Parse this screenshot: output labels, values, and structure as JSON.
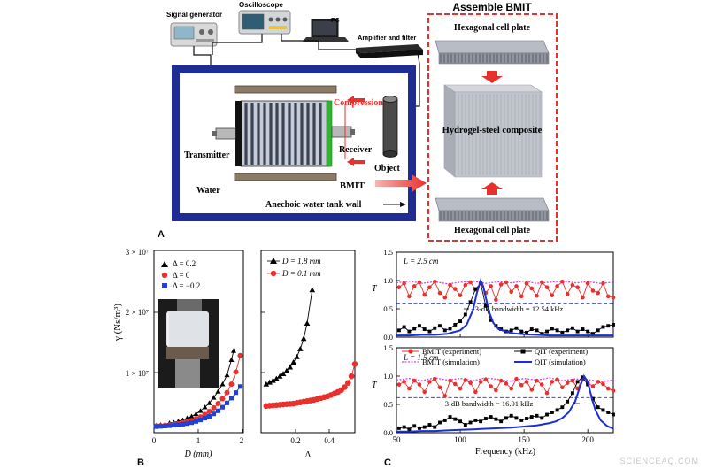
{
  "figure": {
    "watermark": "SCIENCEAQ.COM"
  },
  "panel_a": {
    "label": "A",
    "signal_generator": "Signal generator",
    "oscilloscope": "Oscilloscope",
    "pc": "PC",
    "amplifier": "Amplifier and filter",
    "compression": "Compression",
    "transmitter": "Transmitter",
    "receiver": "Receiver",
    "object": "Object",
    "water": "Water",
    "bmit": "BMIT",
    "tank_wall": "Anechoic water tank wall",
    "assemble_title": "Assemble BMIT",
    "hex_plate_top": "Hexagonal cell plate",
    "composite": "Hydrogel-steel composite",
    "hex_plate_bottom": "Hexagonal cell plate",
    "colors": {
      "tank": "#1f2c93",
      "arrow": "#e8302d",
      "assemble_border": "#e8302d",
      "receiver_strip": "#34b233"
    }
  },
  "panel_b": {
    "label": "B",
    "ylabel": "γ (Ns/m³)",
    "left_xlabel": "D (mm)",
    "right_xlabel": "Δ",
    "y_ticks": [
      "3 × 10⁷",
      "2 × 10⁷",
      "1 × 10⁷"
    ],
    "left_x_ticks": [
      "0",
      "1",
      "2"
    ],
    "right_x_ticks": [
      "0.2",
      "0.4"
    ],
    "left_legend": [
      "Δ = 0.2",
      "Δ = 0",
      "Δ = −0.2"
    ],
    "right_legend": [
      "D = 1.8 mm",
      "D = 0.1 mm"
    ]
  },
  "panel_c": {
    "label": "C",
    "ylabel": "T",
    "xlabel": "Frequency (kHz)",
    "x_ticks": [
      "50",
      "100",
      "150",
      "200"
    ],
    "y_ticks": [
      "0.0",
      "0.5",
      "1.0",
      "1.5"
    ],
    "top_label": "L = 2.5 cm",
    "bottom_label": "L = 1.5 cm",
    "top_bandwidth": "−3-dB bandwidth = 12.54 kHz",
    "bottom_bandwidth": "−3-dB bandwidth = 16.01 kHz",
    "legend": [
      "BMIT (experiment)",
      "QIT (experiment)",
      "BMIT (simulation)",
      "QIT (simulation)"
    ]
  },
  "chart_data": [
    {
      "type": "line",
      "panel": "B-left",
      "xlabel": "D (mm)",
      "ylabel": "γ (Ns/m³)",
      "xlim": [
        0,
        2
      ],
      "ylim": [
        0,
        30000000
      ],
      "series": [
        {
          "name": "Δ = 0.2",
          "color": "#000000",
          "marker": "triangle",
          "x": [
            0.05,
            0.15,
            0.25,
            0.35,
            0.45,
            0.55,
            0.65,
            0.75,
            0.85,
            0.95,
            1.05,
            1.15,
            1.25,
            1.35,
            1.45,
            1.55,
            1.65,
            1.75,
            1.8
          ],
          "y": [
            1200000,
            1300000,
            1400000,
            1600000,
            1700000,
            1900000,
            2100000,
            2400000,
            2700000,
            3100000,
            3600000,
            4200000,
            4900000,
            5800000,
            6800000,
            8000000,
            9500000,
            12000000,
            13500000
          ]
        },
        {
          "name": "Δ = 0",
          "color": "#e8302d",
          "marker": "circle",
          "x": [
            0.05,
            0.15,
            0.25,
            0.35,
            0.45,
            0.55,
            0.65,
            0.75,
            0.85,
            0.95,
            1.05,
            1.15,
            1.25,
            1.35,
            1.45,
            1.55,
            1.65,
            1.75,
            1.85,
            1.95
          ],
          "y": [
            1100000,
            1150000,
            1200000,
            1300000,
            1400000,
            1500000,
            1650000,
            1800000,
            2000000,
            2300000,
            2600000,
            3000000,
            3500000,
            4100000,
            4800000,
            5600000,
            6600000,
            8000000,
            10000000,
            12700000
          ]
        },
        {
          "name": "Δ = −0.2",
          "color": "#2040d8",
          "marker": "square",
          "x": [
            0.05,
            0.15,
            0.25,
            0.35,
            0.45,
            0.55,
            0.65,
            0.75,
            0.85,
            0.95,
            1.05,
            1.15,
            1.25,
            1.35,
            1.45,
            1.55,
            1.65,
            1.75,
            1.85,
            1.95
          ],
          "y": [
            1000000,
            1050000,
            1100000,
            1150000,
            1250000,
            1300000,
            1400000,
            1500000,
            1650000,
            1850000,
            2100000,
            2400000,
            2700000,
            3100000,
            3600000,
            4200000,
            4900000,
            5700000,
            6600000,
            7600000
          ]
        }
      ]
    },
    {
      "type": "line",
      "panel": "B-right",
      "xlabel": "Δ",
      "xlim": [
        -0.05,
        0.5
      ],
      "ylim": [
        0,
        30000000
      ],
      "series": [
        {
          "name": "D = 1.8 mm",
          "color": "#000000",
          "marker": "triangle",
          "x": [
            -0.02,
            0.0,
            0.02,
            0.04,
            0.06,
            0.08,
            0.1,
            0.12,
            0.14,
            0.16,
            0.18,
            0.2,
            0.22,
            0.25
          ],
          "y": [
            8000000,
            8300000,
            8600000,
            8900000,
            9300000,
            9700000,
            10200000,
            10800000,
            11600000,
            12500000,
            13800000,
            15500000,
            18000000,
            23500000
          ]
        },
        {
          "name": "D = 0.1 mm",
          "color": "#e8302d",
          "marker": "circle",
          "x": [
            -0.02,
            0.0,
            0.02,
            0.04,
            0.06,
            0.08,
            0.1,
            0.12,
            0.14,
            0.16,
            0.18,
            0.2,
            0.22,
            0.24,
            0.26,
            0.28,
            0.3,
            0.32,
            0.34,
            0.36,
            0.38,
            0.4,
            0.42,
            0.44,
            0.46,
            0.48,
            0.5
          ],
          "y": [
            4400000,
            4450000,
            4500000,
            4550000,
            4600000,
            4650000,
            4700000,
            4750000,
            4800000,
            4900000,
            5000000,
            5100000,
            5200000,
            5300000,
            5400000,
            5550000,
            5700000,
            5850000,
            6000000,
            6200000,
            6450000,
            6700000,
            7000000,
            7500000,
            8200000,
            9300000,
            11300000
          ]
        }
      ]
    },
    {
      "type": "line",
      "panel": "C-top",
      "title": "L = 2.5 cm",
      "xlabel": "Frequency (kHz)",
      "ylabel": "T",
      "xlim": [
        50,
        220
      ],
      "ylim": [
        0,
        1.5
      ],
      "reference_line": 0.6,
      "series": [
        {
          "name": "BMIT (experiment)",
          "color": "#e8302d",
          "marker": "circle",
          "x": [
            52,
            56,
            60,
            64,
            68,
            72,
            76,
            80,
            84,
            88,
            92,
            96,
            100,
            104,
            108,
            112,
            116,
            120,
            124,
            128,
            132,
            136,
            140,
            144,
            148,
            152,
            156,
            160,
            164,
            168,
            172,
            176,
            180,
            184,
            188,
            192,
            196,
            200,
            204,
            208,
            212,
            216,
            220
          ],
          "y": [
            0.88,
            0.95,
            0.72,
            0.9,
            0.97,
            0.75,
            0.88,
            0.98,
            0.78,
            0.7,
            0.92,
            0.85,
            0.74,
            0.92,
            0.97,
            0.84,
            0.95,
            0.78,
            0.9,
            0.66,
            0.93,
            0.97,
            0.8,
            0.9,
            0.72,
            0.95,
            0.86,
            0.73,
            0.97,
            0.88,
            0.74,
            0.9,
            0.98,
            0.76,
            0.92,
            0.88,
            0.7,
            0.95,
            0.82,
            0.78,
            0.95,
            0.72,
            0.7
          ]
        },
        {
          "name": "BMIT (simulation)",
          "color": "#e040e0",
          "dash": true,
          "x": [
            50,
            60,
            70,
            80,
            90,
            100,
            110,
            120,
            130,
            140,
            150,
            160,
            170,
            180,
            190,
            200,
            210,
            220
          ],
          "y": [
            0.96,
            0.99,
            0.95,
            0.98,
            0.94,
            0.97,
            0.99,
            0.95,
            0.98,
            0.96,
            0.99,
            0.95,
            0.97,
            0.99,
            0.96,
            0.98,
            0.95,
            0.97
          ]
        },
        {
          "name": "QIT (experiment)",
          "color": "#000000",
          "marker": "square",
          "x": [
            52,
            56,
            60,
            64,
            68,
            72,
            76,
            80,
            84,
            88,
            92,
            96,
            100,
            104,
            108,
            112,
            116,
            120,
            124,
            128,
            132,
            136,
            140,
            144,
            148,
            152,
            156,
            160,
            164,
            168,
            172,
            176,
            180,
            184,
            188,
            192,
            196,
            200,
            204,
            208,
            212,
            216,
            220
          ],
          "y": [
            0.12,
            0.18,
            0.1,
            0.15,
            0.2,
            0.14,
            0.1,
            0.16,
            0.2,
            0.12,
            0.15,
            0.22,
            0.28,
            0.4,
            0.62,
            0.85,
            0.95,
            0.55,
            0.3,
            0.2,
            0.14,
            0.1,
            0.12,
            0.16,
            0.1,
            0.08,
            0.14,
            0.12,
            0.06,
            0.1,
            0.15,
            0.12,
            0.08,
            0.12,
            0.16,
            0.1,
            0.14,
            0.1,
            0.06,
            0.12,
            0.18,
            0.2,
            0.22
          ]
        },
        {
          "name": "QIT (simulation)",
          "color": "#1a2ed8",
          "x": [
            50,
            60,
            70,
            80,
            90,
            100,
            105,
            110,
            113,
            116,
            118,
            120,
            123,
            126,
            130,
            140,
            150,
            160,
            170,
            180,
            190,
            200,
            210,
            220
          ],
          "y": [
            0.03,
            0.03,
            0.04,
            0.04,
            0.06,
            0.12,
            0.22,
            0.48,
            0.78,
            1.0,
            0.9,
            0.7,
            0.42,
            0.25,
            0.14,
            0.07,
            0.05,
            0.04,
            0.03,
            0.03,
            0.03,
            0.03,
            0.03,
            0.03
          ]
        }
      ]
    },
    {
      "type": "line",
      "panel": "C-bottom",
      "title": "L = 1.5 cm",
      "xlabel": "Frequency (kHz)",
      "ylabel": "T",
      "xlim": [
        50,
        220
      ],
      "ylim": [
        0,
        1.5
      ],
      "reference_line": 0.62,
      "series": [
        {
          "name": "BMIT (experiment)",
          "color": "#e8302d",
          "marker": "circle",
          "x": [
            52,
            56,
            60,
            64,
            68,
            72,
            76,
            80,
            84,
            88,
            92,
            96,
            100,
            104,
            108,
            112,
            116,
            120,
            124,
            128,
            132,
            136,
            140,
            144,
            148,
            152,
            156,
            160,
            164,
            168,
            172,
            176,
            180,
            184,
            188,
            192,
            196,
            200,
            204,
            208,
            212,
            216,
            220
          ],
          "y": [
            0.85,
            0.9,
            0.78,
            0.92,
            0.85,
            0.72,
            0.9,
            0.95,
            0.8,
            0.65,
            0.92,
            0.86,
            0.78,
            0.93,
            0.88,
            0.72,
            0.9,
            0.94,
            0.82,
            0.75,
            0.92,
            0.87,
            0.78,
            0.95,
            0.84,
            0.9,
            0.76,
            0.92,
            0.85,
            0.7,
            0.9,
            0.94,
            0.8,
            0.88,
            0.92,
            0.78,
            0.95,
            0.88,
            0.82,
            0.9,
            0.86,
            0.78,
            0.74
          ]
        },
        {
          "name": "BMIT (simulation)",
          "color": "#e040e0",
          "dash": true,
          "x": [
            50,
            60,
            70,
            80,
            90,
            100,
            110,
            120,
            130,
            140,
            150,
            160,
            170,
            180,
            190,
            200,
            210,
            220
          ],
          "y": [
            0.93,
            0.96,
            0.92,
            0.97,
            0.93,
            0.96,
            0.92,
            0.97,
            0.94,
            0.91,
            0.96,
            0.93,
            0.97,
            0.92,
            0.95,
            0.94,
            0.9,
            0.93
          ]
        },
        {
          "name": "QIT (experiment)",
          "color": "#000000",
          "marker": "square",
          "x": [
            52,
            56,
            60,
            64,
            68,
            72,
            76,
            80,
            84,
            88,
            92,
            96,
            100,
            104,
            108,
            112,
            116,
            120,
            124,
            128,
            132,
            136,
            140,
            144,
            148,
            152,
            156,
            160,
            164,
            168,
            172,
            176,
            180,
            184,
            188,
            192,
            196,
            200,
            204,
            208,
            212,
            216,
            220
          ],
          "y": [
            0.08,
            0.1,
            0.06,
            0.12,
            0.08,
            0.1,
            0.14,
            0.1,
            0.18,
            0.22,
            0.28,
            0.24,
            0.2,
            0.14,
            0.18,
            0.22,
            0.2,
            0.25,
            0.28,
            0.24,
            0.2,
            0.26,
            0.3,
            0.26,
            0.22,
            0.25,
            0.28,
            0.3,
            0.26,
            0.32,
            0.36,
            0.4,
            0.45,
            0.55,
            0.7,
            0.9,
            0.98,
            0.85,
            0.6,
            0.45,
            0.4,
            0.36,
            0.32
          ]
        },
        {
          "name": "QIT (simulation)",
          "color": "#1a2ed8",
          "x": [
            50,
            60,
            70,
            80,
            90,
            100,
            110,
            120,
            130,
            140,
            150,
            160,
            170,
            175,
            180,
            185,
            190,
            194,
            197,
            200,
            203,
            206,
            210,
            215,
            220
          ],
          "y": [
            0.02,
            0.02,
            0.03,
            0.03,
            0.04,
            0.05,
            0.06,
            0.07,
            0.08,
            0.09,
            0.11,
            0.13,
            0.17,
            0.2,
            0.26,
            0.36,
            0.55,
            0.82,
            1.0,
            0.9,
            0.62,
            0.4,
            0.22,
            0.12,
            0.07
          ]
        }
      ]
    }
  ]
}
